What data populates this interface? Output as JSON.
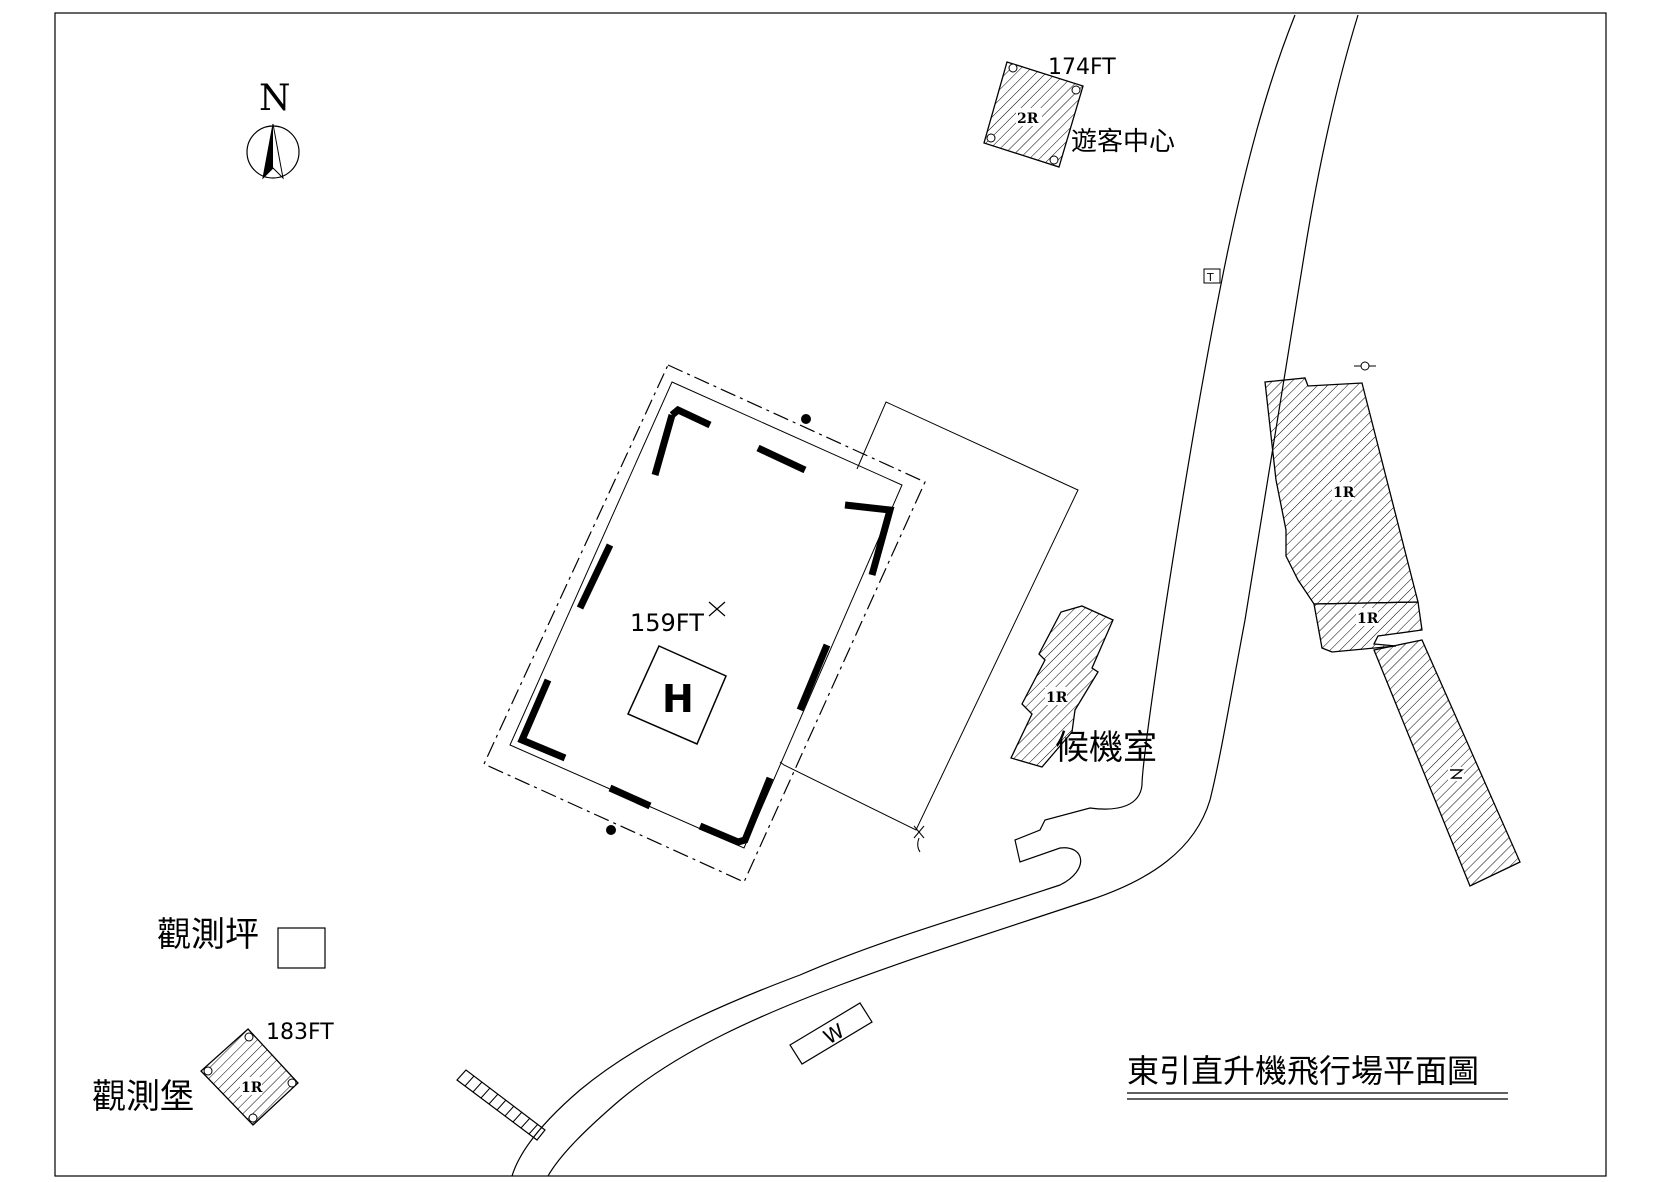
{
  "title": "東引直升機飛行場平面圖",
  "north_label": "N",
  "helipad_label": "H",
  "labels": {
    "visitor_center": "遊客中心",
    "waiting_room": "候機室",
    "observation_field": "觀測坪",
    "observation_fort": "觀測堡"
  },
  "elevations": {
    "visitor_center": "174FT",
    "helipad": "159FT",
    "observation_fort": "183FT"
  },
  "floors": {
    "visitor_center": "2R",
    "waiting_room": "1R",
    "east_building_upper": "1R",
    "east_building_middle": "1R",
    "observation_fort": "1R"
  },
  "symbols": {
    "telephone_marker": "T",
    "water_tank": "W"
  },
  "colors": {
    "line": "#000000",
    "background": "#ffffff"
  }
}
